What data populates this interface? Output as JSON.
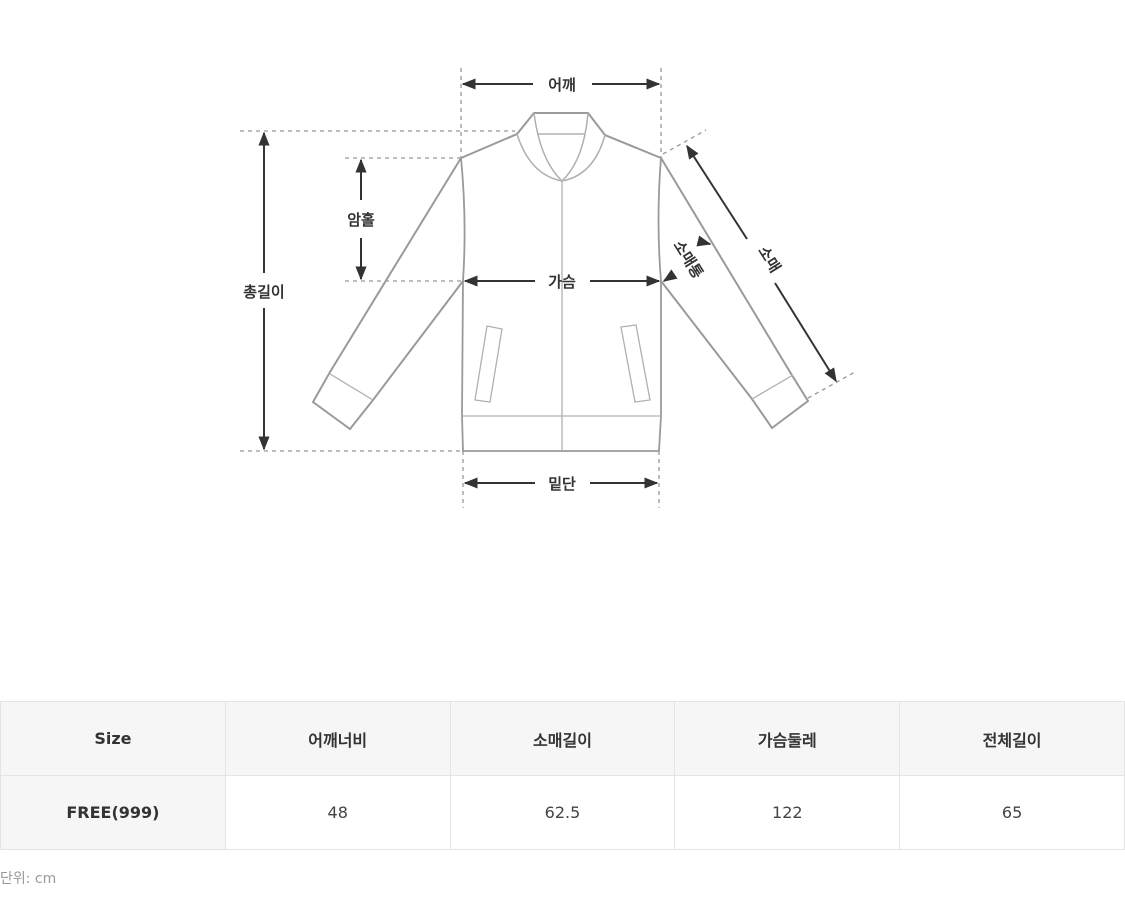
{
  "diagram": {
    "labels": {
      "shoulder": "어깨",
      "armhole": "암홀",
      "chest": "가슴",
      "total_length": "총길이",
      "sleeve_width": "소매통",
      "sleeve": "소매",
      "hem": "밑단"
    },
    "colors": {
      "garment_outline": "#9a9a9a",
      "arrow": "#333333",
      "guide": "#999999"
    }
  },
  "size_table": {
    "headers": [
      "Size",
      "어깨너비",
      "소매길이",
      "가슴둘레",
      "전체길이"
    ],
    "rows": [
      [
        "FREE(999)",
        "48",
        "62.5",
        "122",
        "65"
      ]
    ],
    "header_bg": "#f6f6f6",
    "border_color": "#e4e4e4"
  },
  "unit_note": "단위: cm"
}
